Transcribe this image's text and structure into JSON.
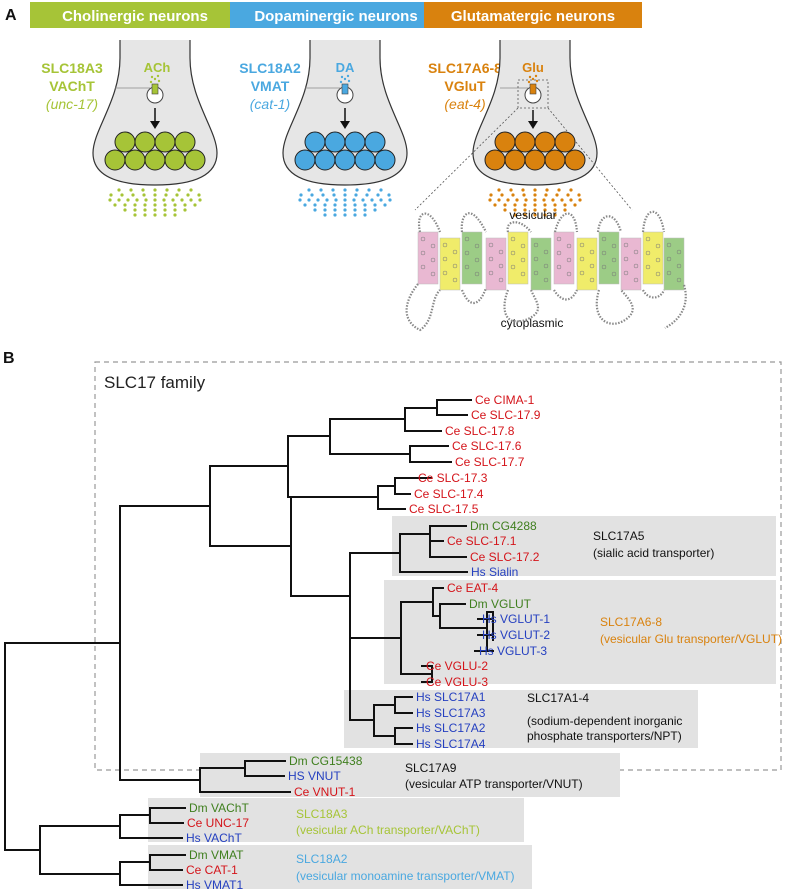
{
  "panel_a": {
    "label": "A",
    "neurons": [
      {
        "title": "Cholinergic neurons",
        "gene": "SLC18A3",
        "protein": "VAChT",
        "ce_gene": "(unc-17)",
        "transmitter": "ACh",
        "color": "#a6c437"
      },
      {
        "title": "Dopaminergic neurons",
        "gene": "SLC18A2",
        "protein": "VMAT",
        "ce_gene": "(cat-1)",
        "transmitter": "DA",
        "color": "#4aa8e0"
      },
      {
        "title": "Glutamatergic neurons",
        "gene": "SLC17A6-8",
        "protein": "VGluT",
        "ce_gene": "(eat-4)",
        "transmitter": "Glu",
        "color": "#d9820e"
      }
    ],
    "membrane": {
      "vesicular_label": "vesicular",
      "cytoplasmic_label": "cytoplasmic"
    }
  },
  "panel_b": {
    "label": "B",
    "family_label": "SLC17 family",
    "colors": {
      "Ce": "#d4141a",
      "Dm": "#3f7f1e",
      "Hs": "#2540c0"
    },
    "leaves": [
      {
        "text": "Ce CIMA-1",
        "species": "Ce"
      },
      {
        "text": "Ce SLC-17.9",
        "species": "Ce"
      },
      {
        "text": "Ce SLC-17.8",
        "species": "Ce"
      },
      {
        "text": "Ce SLC-17.6",
        "species": "Ce"
      },
      {
        "text": "Ce SLC-17.7",
        "species": "Ce"
      },
      {
        "text": "Ce SLC-17.3",
        "species": "Ce"
      },
      {
        "text": "Ce SLC-17.4",
        "species": "Ce"
      },
      {
        "text": "Ce SLC-17.5",
        "species": "Ce"
      },
      {
        "text": "Dm CG4288",
        "species": "Dm"
      },
      {
        "text": "Ce SLC-17.1",
        "species": "Ce"
      },
      {
        "text": "Ce SLC-17.2",
        "species": "Ce"
      },
      {
        "text": "Hs Sialin",
        "species": "Hs"
      },
      {
        "text": "Ce EAT-4",
        "species": "Ce"
      },
      {
        "text": "Dm VGLUT",
        "species": "Dm"
      },
      {
        "text": "Hs VGLUT-1",
        "species": "Hs"
      },
      {
        "text": "Hs VGLUT-2",
        "species": "Hs"
      },
      {
        "text": "Hs VGLUT-3",
        "species": "Hs"
      },
      {
        "text": "Ce VGLU-2",
        "species": "Ce"
      },
      {
        "text": "Ce VGLU-3",
        "species": "Ce"
      },
      {
        "text": "Hs SLC17A1",
        "species": "Hs"
      },
      {
        "text": "Hs SLC17A3",
        "species": "Hs"
      },
      {
        "text": "Hs SLC17A2",
        "species": "Hs"
      },
      {
        "text": "Hs SLC17A4",
        "species": "Hs"
      },
      {
        "text": "Dm CG15438",
        "species": "Dm"
      },
      {
        "text": "HS VNUT",
        "species": "Hs"
      },
      {
        "text": "Ce VNUT-1",
        "species": "Ce"
      },
      {
        "text": "Dm VAChT",
        "species": "Dm"
      },
      {
        "text": "Ce UNC-17",
        "species": "Ce"
      },
      {
        "text": "Hs VAChT",
        "species": "Hs"
      },
      {
        "text": "Dm VMAT",
        "species": "Dm"
      },
      {
        "text": "Ce CAT-1",
        "species": "Ce"
      },
      {
        "text": "Hs VMAT1",
        "species": "Hs"
      }
    ],
    "clades": [
      {
        "name": "SLC17A5",
        "desc": [
          "(sialic acid transporter)"
        ],
        "color": "#111111"
      },
      {
        "name": "SLC17A6-8",
        "desc": [
          "(vesicular Glu transporter/VGLUT)"
        ],
        "color": "#d9820e"
      },
      {
        "name": "SLC17A1-4",
        "desc": [
          "(sodium-dependent inorganic",
          "phosphate transporters/NPT)"
        ],
        "color": "#111111"
      },
      {
        "name": "SLC17A9",
        "desc": [
          "(vesicular ATP transporter/VNUT)"
        ],
        "color": "#111111"
      },
      {
        "name": "SLC18A3",
        "desc": [
          "(vesicular ACh transporter/VAChT)"
        ],
        "color": "#a6c437"
      },
      {
        "name": "SLC18A2",
        "desc": [
          "(vesicular monoamine transporter/VMAT)"
        ],
        "color": "#4aa8e0"
      }
    ]
  }
}
